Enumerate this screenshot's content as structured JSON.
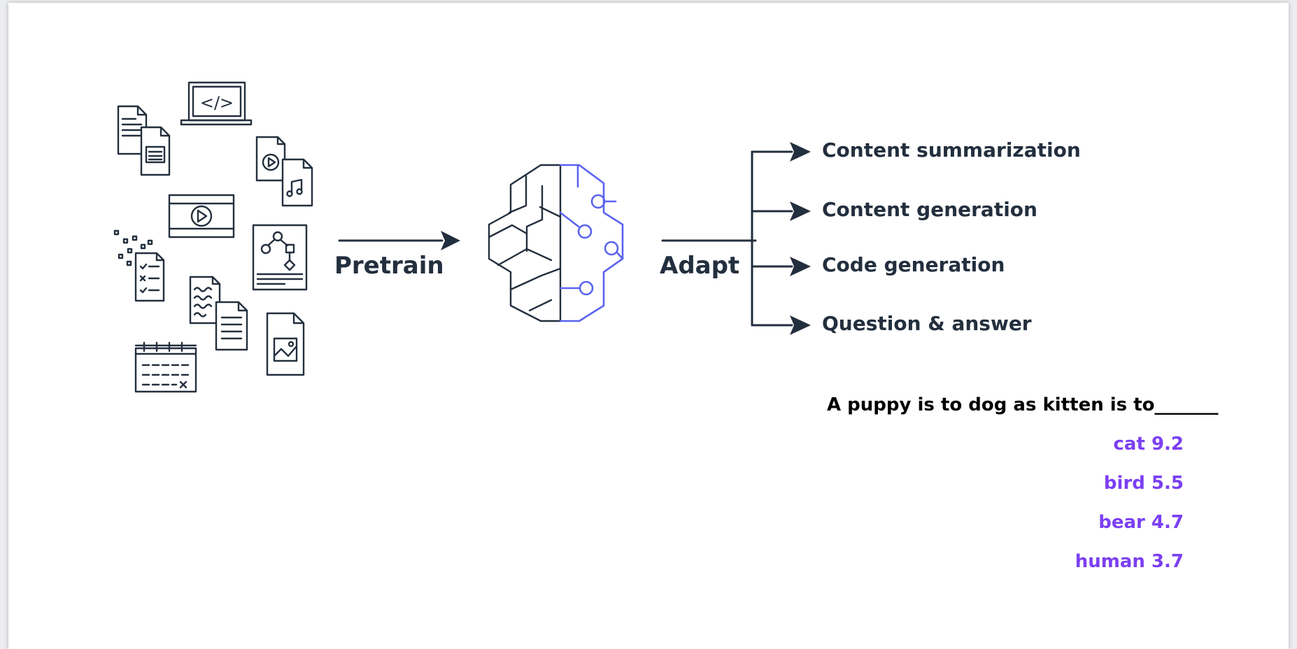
{
  "diagram": {
    "stage1_label": "Pretrain",
    "stage2_label": "Adapt",
    "outputs": [
      "Content summarization",
      "Content generation",
      "Code generation",
      "Question & answer"
    ],
    "code_icon_text": "</>",
    "colors": {
      "dark": "#232f3e",
      "accent": "#5a63f0",
      "answer": "#7b3ff2"
    }
  },
  "example": {
    "question": "A puppy is to dog as kitten is to_______",
    "answers": [
      "cat 9.2",
      "bird 5.5",
      "bear 4.7",
      "human 3.7"
    ]
  }
}
